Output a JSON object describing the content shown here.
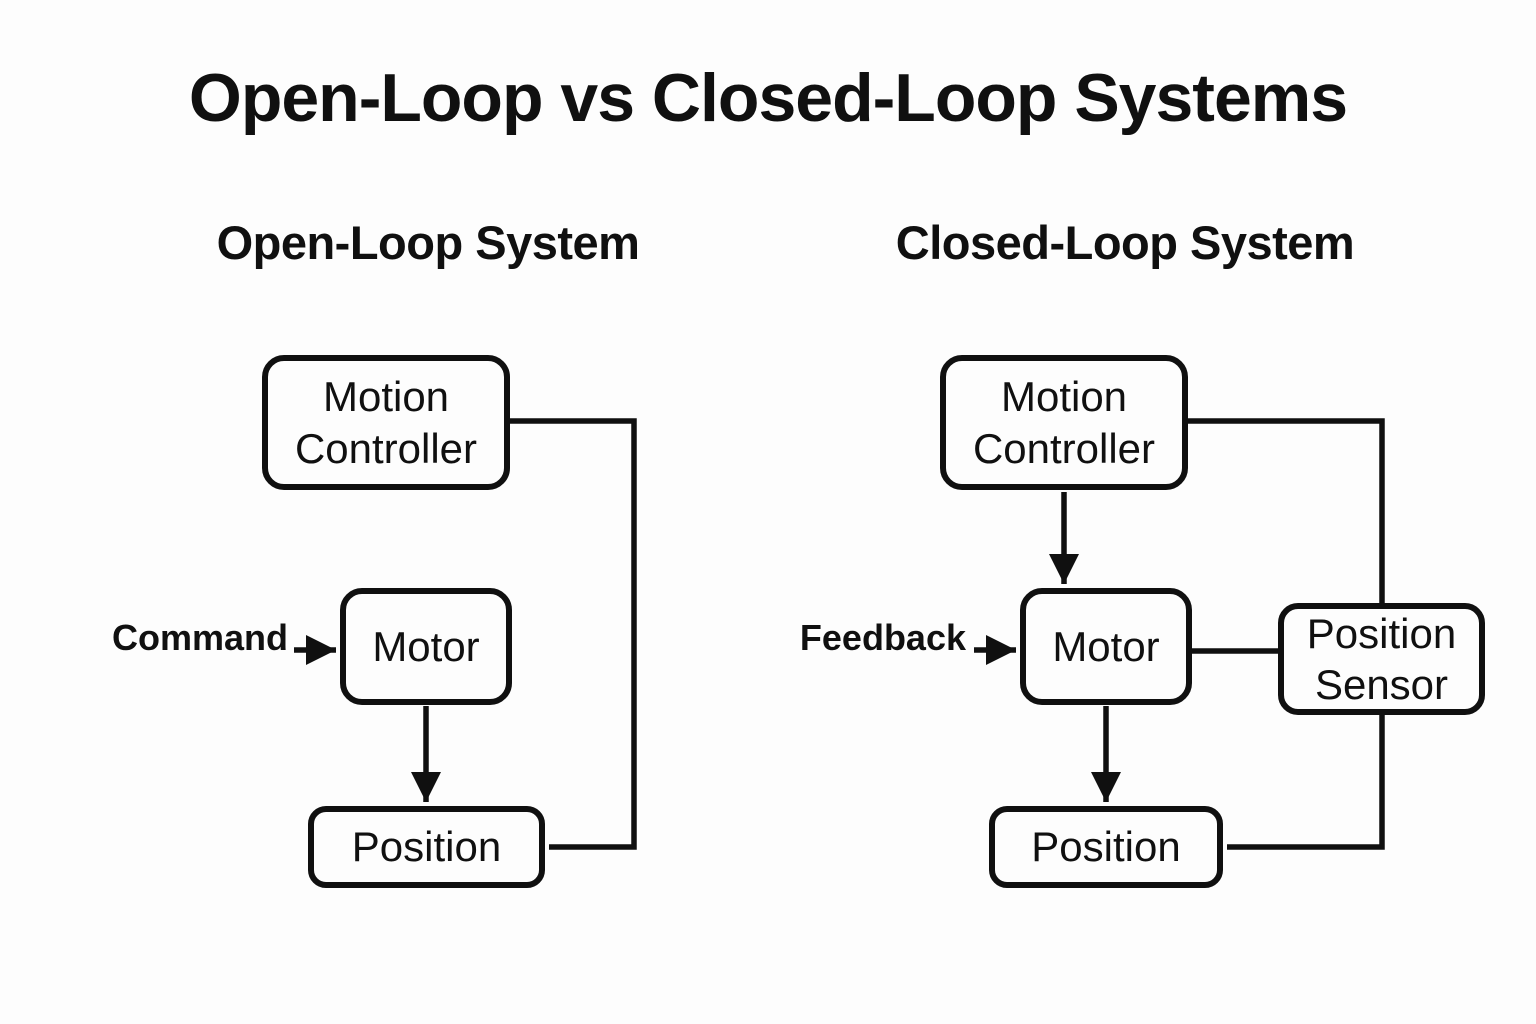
{
  "page": {
    "title": "Open-Loop vs Closed-Loop Systems"
  },
  "colors": {
    "ink": "#101010",
    "background": "#fdfdfd"
  },
  "open_loop": {
    "subtitle": "Open-Loop System",
    "nodes": {
      "controller": "Motion Controller",
      "motor": "Motor",
      "position": "Position"
    },
    "command_label": "Command",
    "edges": [
      {
        "from": "Command",
        "to": "Motor",
        "style": "arrow"
      },
      {
        "from": "Motor",
        "to": "Position",
        "style": "arrow"
      },
      {
        "from": "Motion Controller",
        "to": "Position",
        "style": "elbow-line"
      }
    ]
  },
  "closed_loop": {
    "subtitle": "Closed-Loop System",
    "nodes": {
      "controller": "Motion Controller",
      "motor": "Motor",
      "position": "Position",
      "sensor": "Position Sensor"
    },
    "feedback_label": "Feedback",
    "edges": [
      {
        "from": "Feedback",
        "to": "Motor",
        "style": "arrow"
      },
      {
        "from": "Motion Controller",
        "to": "Motor",
        "style": "arrow"
      },
      {
        "from": "Motor",
        "to": "Position",
        "style": "arrow"
      },
      {
        "from": "Motor",
        "to": "Position Sensor",
        "style": "line"
      },
      {
        "from": "Motion Controller",
        "to": "Position Sensor",
        "style": "elbow-line"
      },
      {
        "from": "Position Sensor",
        "to": "Position",
        "style": "elbow-line"
      }
    ]
  }
}
